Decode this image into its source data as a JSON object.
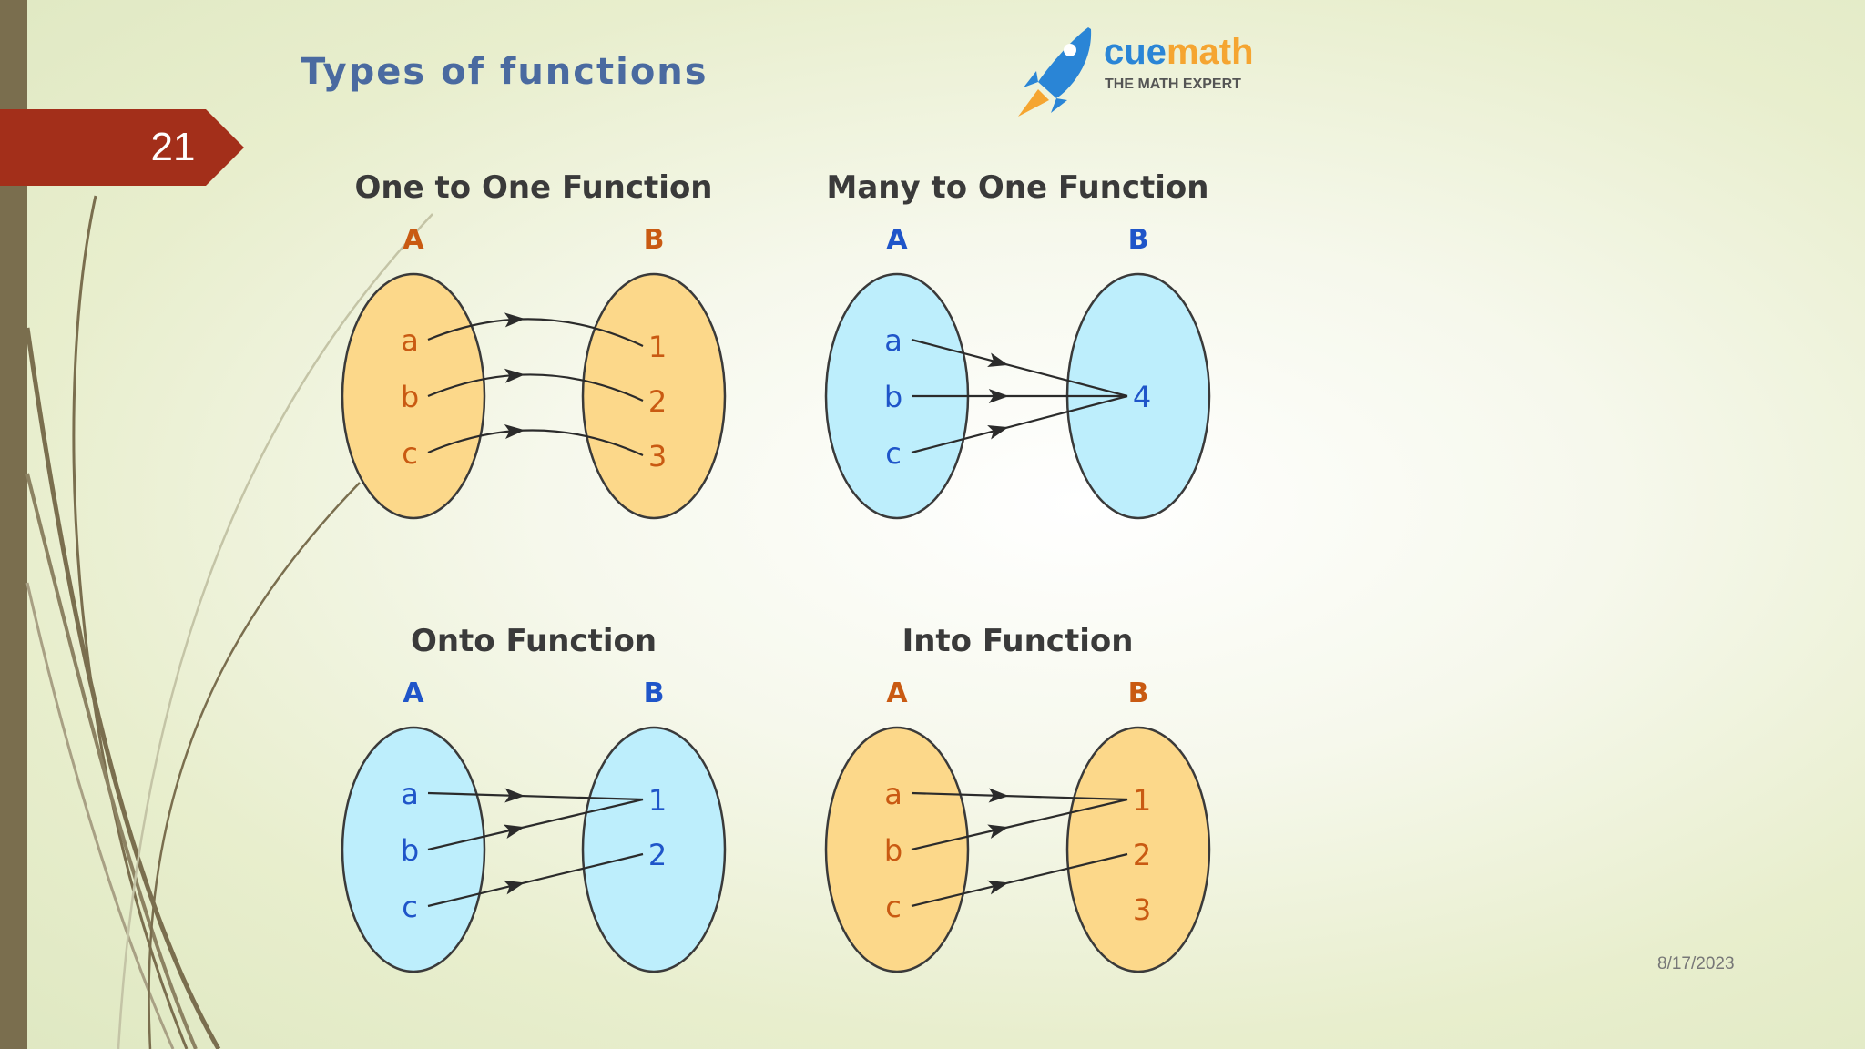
{
  "slide": {
    "title": "Types of functions",
    "number": "21",
    "date": "8/17/2023"
  },
  "logo": {
    "brand_cue": "cue",
    "brand_math": "math",
    "tagline": "THE MATH EXPERT",
    "icon": "rocket-icon"
  },
  "colors": {
    "sidebar": "#7a6e4e",
    "badge": "#a32f1a",
    "title": "#4a6aa0",
    "orange_fill": "#fcd88a",
    "orange_text": "#c95a12",
    "blue_fill": "#bdeefc",
    "blue_text": "#1f55c9",
    "cue_blue": "#2a85d6",
    "math_orange": "#f5a531"
  },
  "diagrams": [
    {
      "title": "One to One Function",
      "set_a_label": "A",
      "set_b_label": "B",
      "domain": [
        "a",
        "b",
        "c"
      ],
      "codomain": [
        "1",
        "2",
        "3"
      ],
      "mapping": [
        [
          "a",
          "1"
        ],
        [
          "b",
          "2"
        ],
        [
          "c",
          "3"
        ]
      ],
      "theme": "orange"
    },
    {
      "title": "Many to One Function",
      "set_a_label": "A",
      "set_b_label": "B",
      "domain": [
        "a",
        "b",
        "c"
      ],
      "codomain": [
        "4"
      ],
      "mapping": [
        [
          "a",
          "4"
        ],
        [
          "b",
          "4"
        ],
        [
          "c",
          "4"
        ]
      ],
      "theme": "blue"
    },
    {
      "title": "Onto Function",
      "set_a_label": "A",
      "set_b_label": "B",
      "domain": [
        "a",
        "b",
        "c"
      ],
      "codomain": [
        "1",
        "2"
      ],
      "mapping": [
        [
          "a",
          "1"
        ],
        [
          "b",
          "1"
        ],
        [
          "c",
          "2"
        ]
      ],
      "theme": "blue"
    },
    {
      "title": "Into Function",
      "set_a_label": "A",
      "set_b_label": "B",
      "domain": [
        "a",
        "b",
        "c"
      ],
      "codomain": [
        "1",
        "2",
        "3"
      ],
      "mapping": [
        [
          "a",
          "1"
        ],
        [
          "b",
          "1"
        ],
        [
          "c",
          "2"
        ]
      ],
      "theme": "orange"
    }
  ]
}
